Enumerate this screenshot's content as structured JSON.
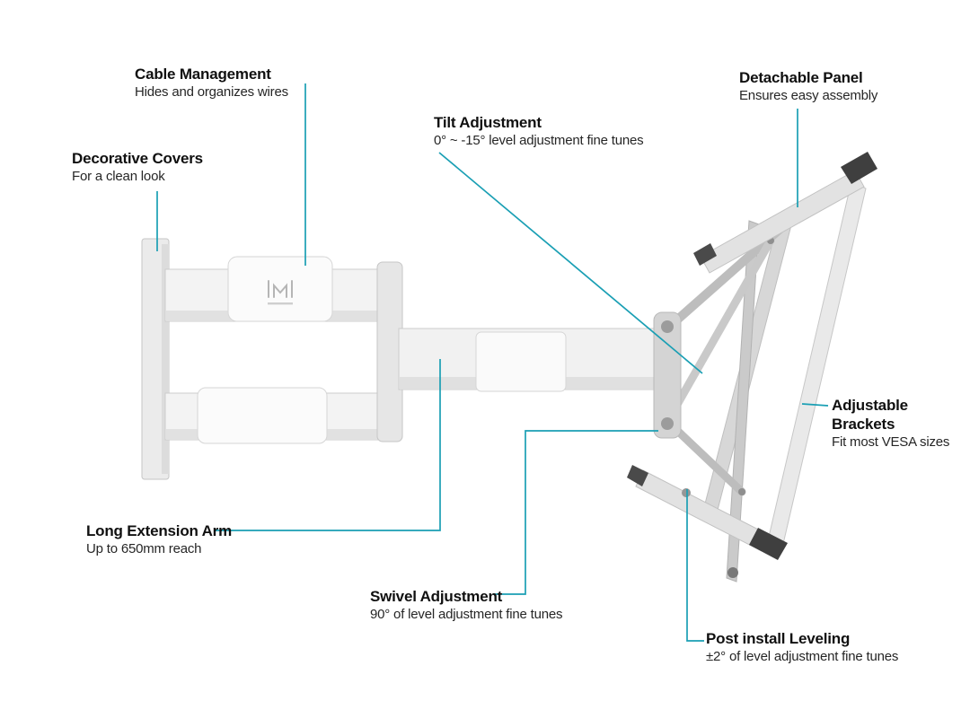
{
  "page": {
    "background": "#ffffff",
    "accent": "#1a9fb4"
  },
  "callouts": {
    "cable_management": {
      "title": "Cable Management",
      "desc": "Hides and organizes wires"
    },
    "decorative_covers": {
      "title": "Decorative Covers",
      "desc": "For a clean look"
    },
    "tilt_adjustment": {
      "title": "Tilt Adjustment",
      "desc": "0° ~ -15° level adjustment fine tunes"
    },
    "detachable_panel": {
      "title": "Detachable Panel",
      "desc": "Ensures easy assembly"
    },
    "adjustable_brackets": {
      "title": "Adjustable Brackets",
      "desc": "Fit most VESA sizes"
    },
    "long_extension_arm": {
      "title": "Long Extension Arm",
      "desc": "Up to 650mm reach"
    },
    "swivel_adjustment": {
      "title": "Swivel Adjustment",
      "desc": "90° of level adjustment fine tunes"
    },
    "post_install_leveling": {
      "title": "Post install Leveling",
      "desc": "±2° of level adjustment fine tunes"
    }
  }
}
